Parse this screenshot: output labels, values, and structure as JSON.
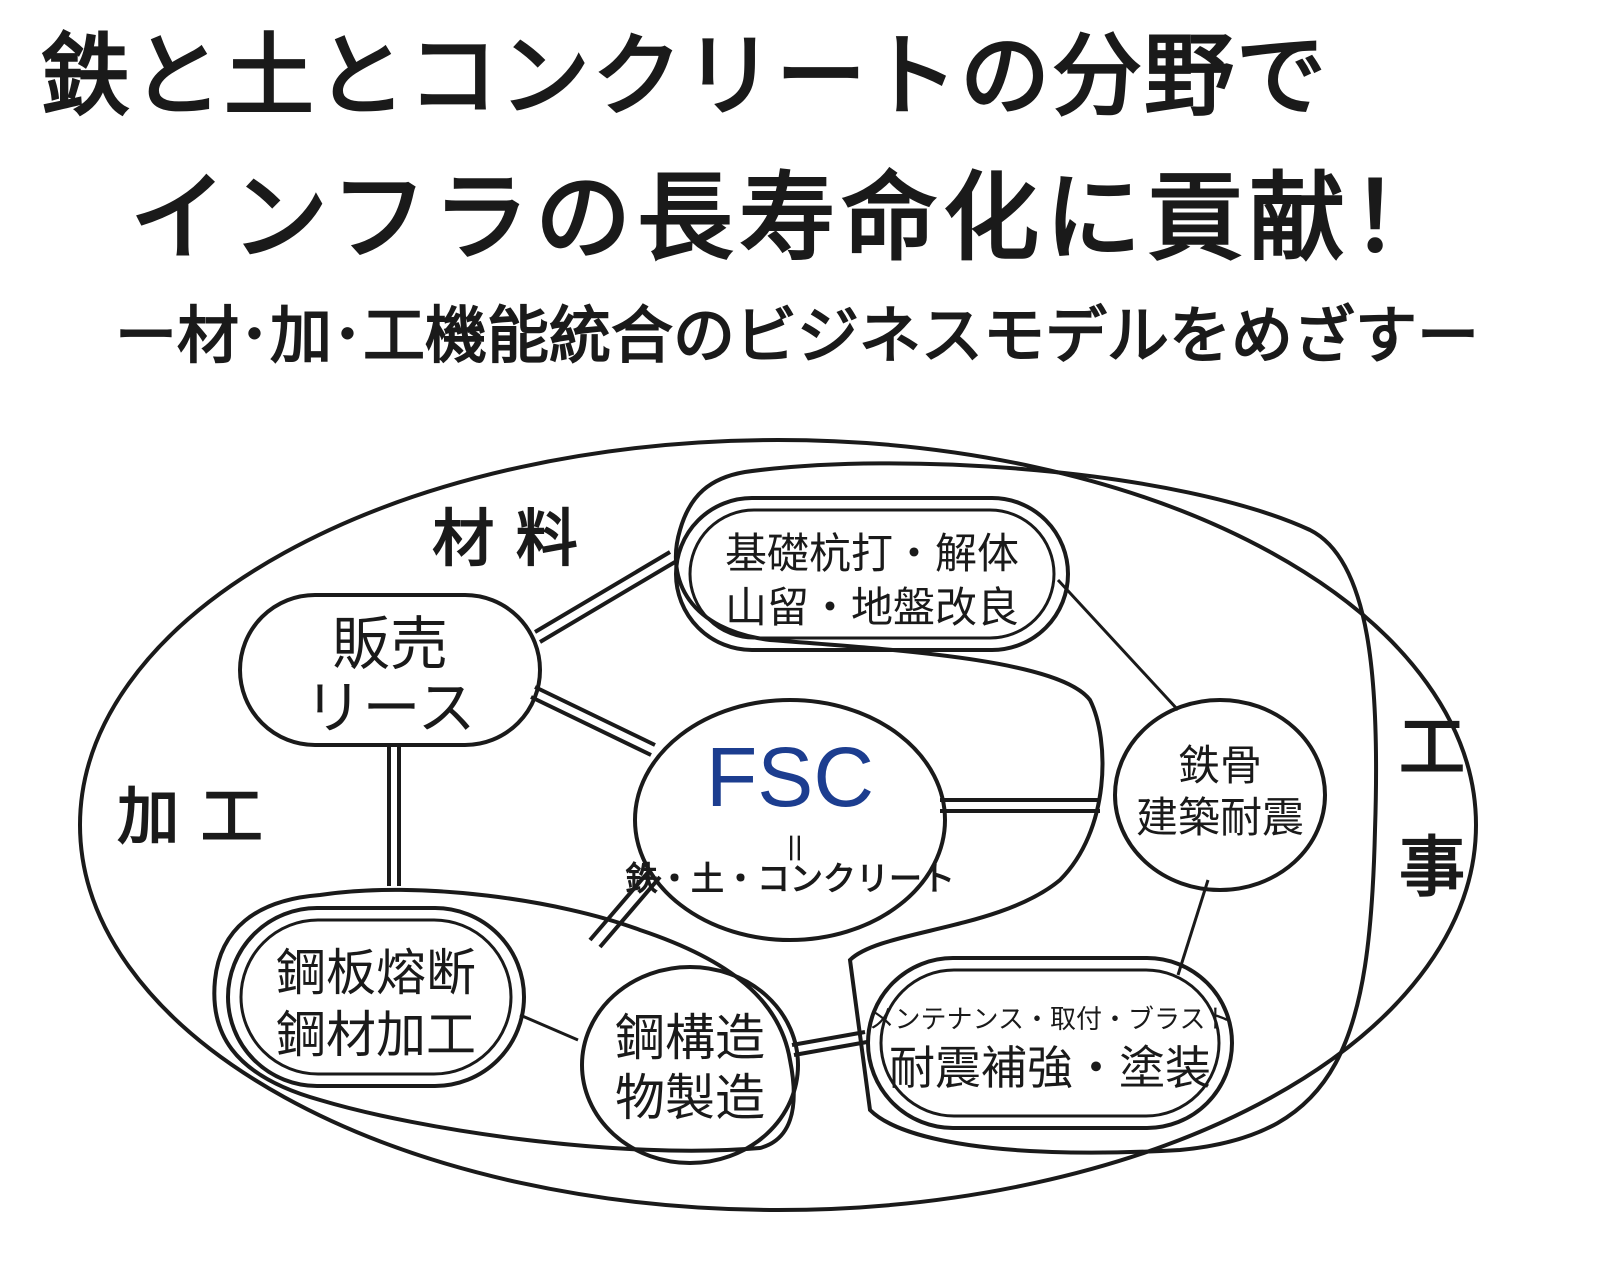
{
  "title": {
    "line1": "鉄と土とコンクリートの分野で",
    "line2": "インフラの長寿命化に貢献！",
    "subtitle": "ー材･加･工機能統合のビジネスモデルをめざすー"
  },
  "categories": {
    "material": "材 料",
    "processing": "加 工",
    "construction_1": "工",
    "construction_2": "事"
  },
  "center": {
    "name": "FSC",
    "equals": "＝",
    "tagline": "鉄・土・コンクリート"
  },
  "nodes": {
    "sales": {
      "line1": "販売",
      "line2": "リース"
    },
    "foundation": {
      "line1": "基礎杭打・解体",
      "line2": "山留・地盤改良"
    },
    "steel_frame": {
      "line1": "鉄骨",
      "line2": "建築耐震"
    },
    "maintenance": {
      "line1": "メンテナンス・取付・ブラスト",
      "line2": "耐震補強・塗装"
    },
    "steel_structure": {
      "line1": "鋼構造",
      "line2": "物製造"
    },
    "plate_cutting": {
      "line1": "鋼板熔断",
      "line2": "鋼材加工"
    }
  },
  "colors": {
    "ink": "#1a1a1a",
    "fsc_blue": "#1c3d8f",
    "background": "#ffffff"
  }
}
